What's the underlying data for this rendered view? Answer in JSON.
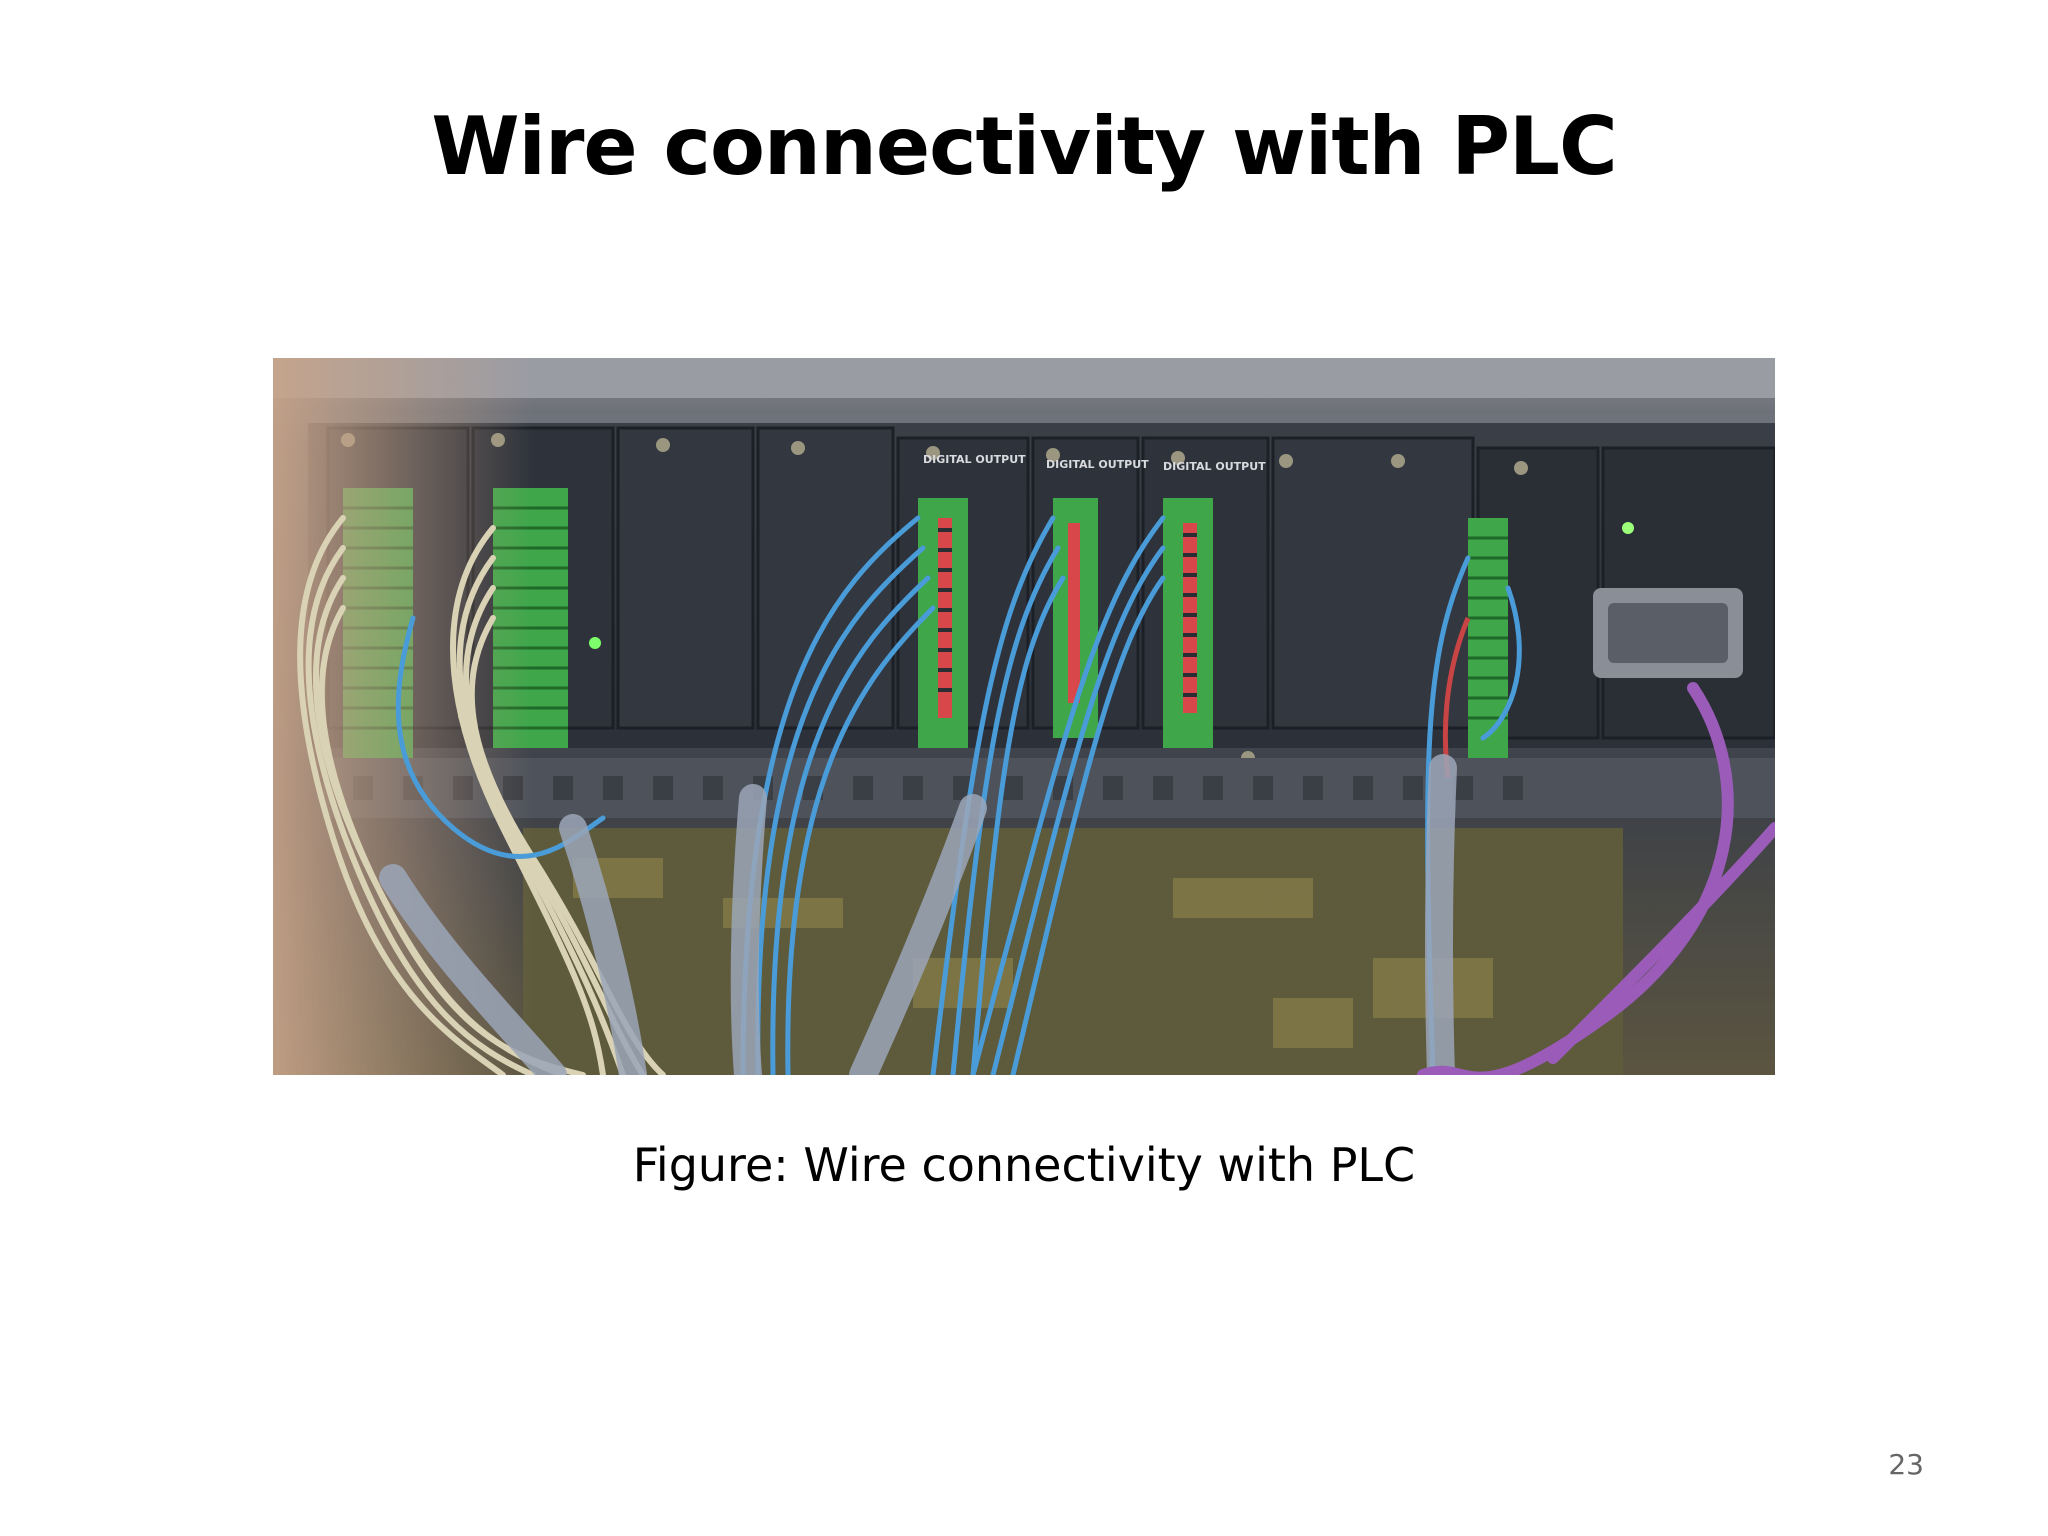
{
  "slide": {
    "title": "Wire connectivity with PLC",
    "caption": "Figure: Wire connectivity with PLC",
    "page_number": "23"
  },
  "photo": {
    "module_labels": [
      "DIGITAL OUTPUT",
      "DIGITAL OUTPUT",
      "DIGITAL OUTPUT"
    ]
  }
}
